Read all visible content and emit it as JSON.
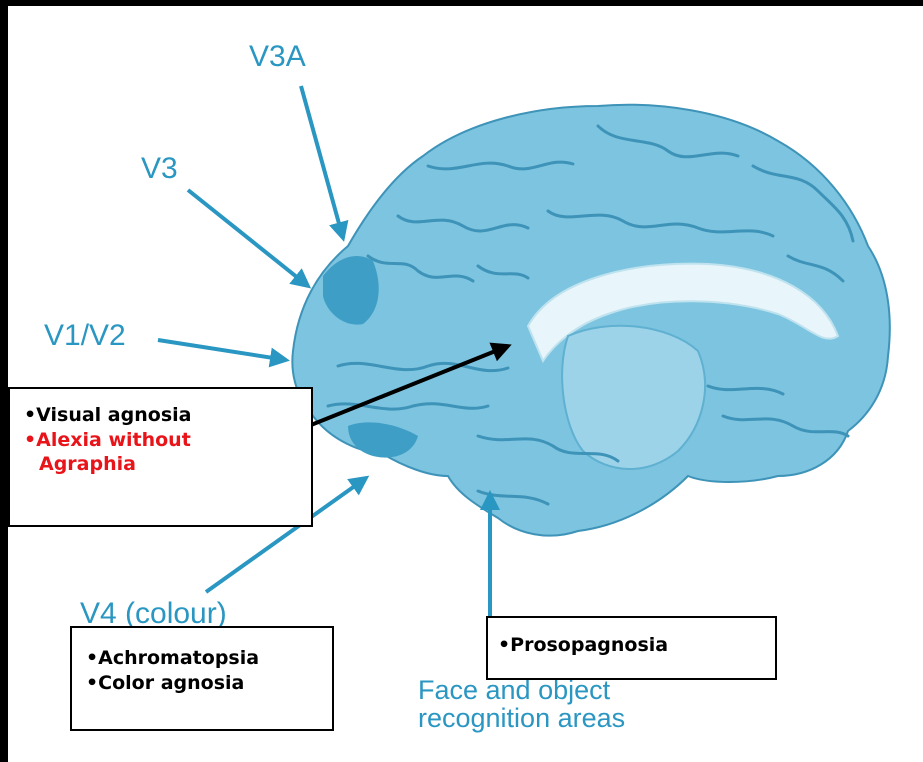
{
  "labels": {
    "v3a": "V3A",
    "v3": "V3",
    "v1v2": "V1/V2",
    "v4": "V4 (colour)",
    "face_line1": "Face and object",
    "face_line2": "recognition areas"
  },
  "boxes": {
    "visual": {
      "item1": "•Visual agnosia",
      "item2_line1": "•Alexia without",
      "item2_line2": "Agraphia"
    },
    "color": {
      "item1": "•Achromatopsia",
      "item2": "•Color agnosia"
    },
    "face": {
      "item1": "•Prosopagnosia"
    }
  },
  "colors": {
    "brain": "#7cc4df",
    "arrow": "#2a96c2",
    "highlight": "#e8141a"
  }
}
